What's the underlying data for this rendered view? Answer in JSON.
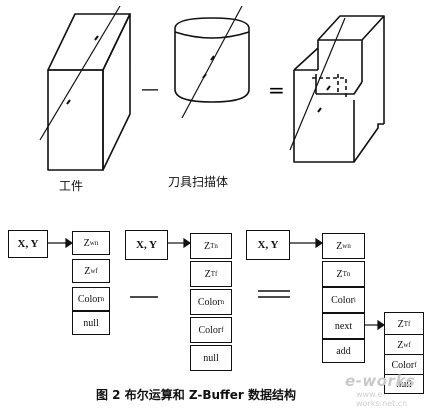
{
  "labels": {
    "workpiece": "工件",
    "tool_sweep": "刀具扫描体",
    "caption": "图 2   布尔运算和 Z-Buffer 数据结构",
    "watermark": "e-works",
    "watermark_sub": "www.e-works.net.cn"
  },
  "ops": {
    "minus1": "—",
    "equals1": "=",
    "minus2": "—",
    "equals2": "="
  },
  "lists": [
    {
      "head": "X, Y",
      "cells": [
        {
          "base": "Z",
          "sub": "wn"
        },
        {
          "base": "Z",
          "sub": "wf"
        },
        {
          "base": "Color",
          "sub": "n"
        },
        {
          "base": "null",
          "sub": ""
        }
      ]
    },
    {
      "head": "X, Y",
      "cells": [
        {
          "base": "Z",
          "sub": "Tn"
        },
        {
          "base": "Z",
          "sub": "Tf"
        },
        {
          "base": "Color",
          "sub": "n"
        },
        {
          "base": "Color",
          "sub": "f"
        },
        {
          "base": "null",
          "sub": ""
        }
      ]
    },
    {
      "head": "X, Y",
      "cells": [
        {
          "base": "Z",
          "sub": "wn"
        },
        {
          "base": "Z",
          "sub": "Tn"
        },
        {
          "base": "Color",
          "sub": "i"
        },
        {
          "base": "next",
          "sub": ""
        },
        {
          "base": "add",
          "sub": ""
        }
      ]
    },
    {
      "head": "",
      "cells": [
        {
          "base": "Z",
          "sub": "Tf"
        },
        {
          "base": "Z",
          "sub": "wf"
        },
        {
          "base": "Color",
          "sub": "f"
        },
        {
          "base": "null",
          "sub": ""
        }
      ]
    }
  ]
}
